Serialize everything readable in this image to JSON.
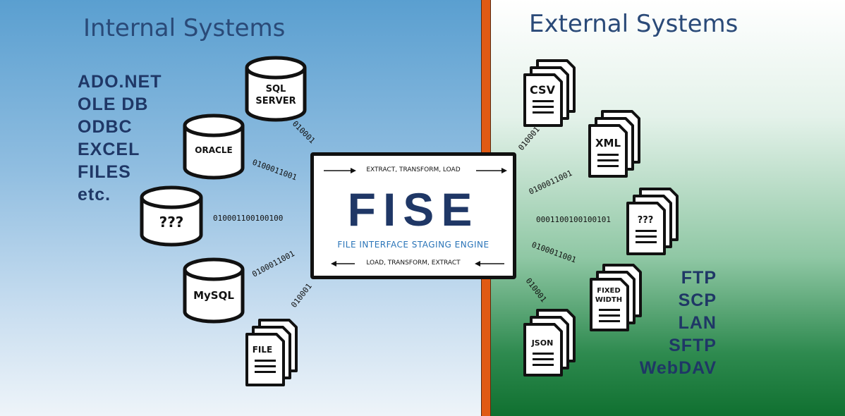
{
  "left_title": "Internal Systems",
  "right_title": "External Systems",
  "internal_list": [
    "ADO.NET",
    "OLE DB",
    "ODBC",
    "EXCEL",
    "FILES",
    "etc."
  ],
  "protocol_list": [
    "FTP",
    "SCP",
    "LAN",
    "SFTP",
    "WebDAV"
  ],
  "engine": {
    "top_flow": "EXTRACT, TRANSFORM, LOAD",
    "name": "FISE",
    "full_name": "FILE INTERFACE STAGING ENGINE",
    "bottom_flow": "LOAD, TRANSFORM, EXTRACT"
  },
  "databases": {
    "sql_server_1": "SQL",
    "sql_server_2": "SERVER",
    "oracle": "ORACLE",
    "unknown": "???",
    "mysql": "MySQL"
  },
  "internal_file": "FILE",
  "external_files": {
    "csv": "CSV",
    "xml": "XML",
    "unknown": "???",
    "fixed_width_1": "FIXED",
    "fixed_width_2": "WIDTH",
    "json": "JSON"
  },
  "binary_strings": {
    "sql": "010001",
    "oracle": "0100011001",
    "unknown": "010001100100100",
    "mysql": "0100011001",
    "file": "010001",
    "csv": "010001",
    "xml": "0100011001",
    "ext_unknown": "0001100100100101",
    "fixed": "0100011001",
    "json": "010001"
  },
  "colors": {
    "left_bg_top": "#5a9fd0",
    "right_bg_bottom": "#107030",
    "divider": "#e05a14",
    "text_navy": "#1f3766",
    "subtitle_blue": "#2a74b8"
  }
}
